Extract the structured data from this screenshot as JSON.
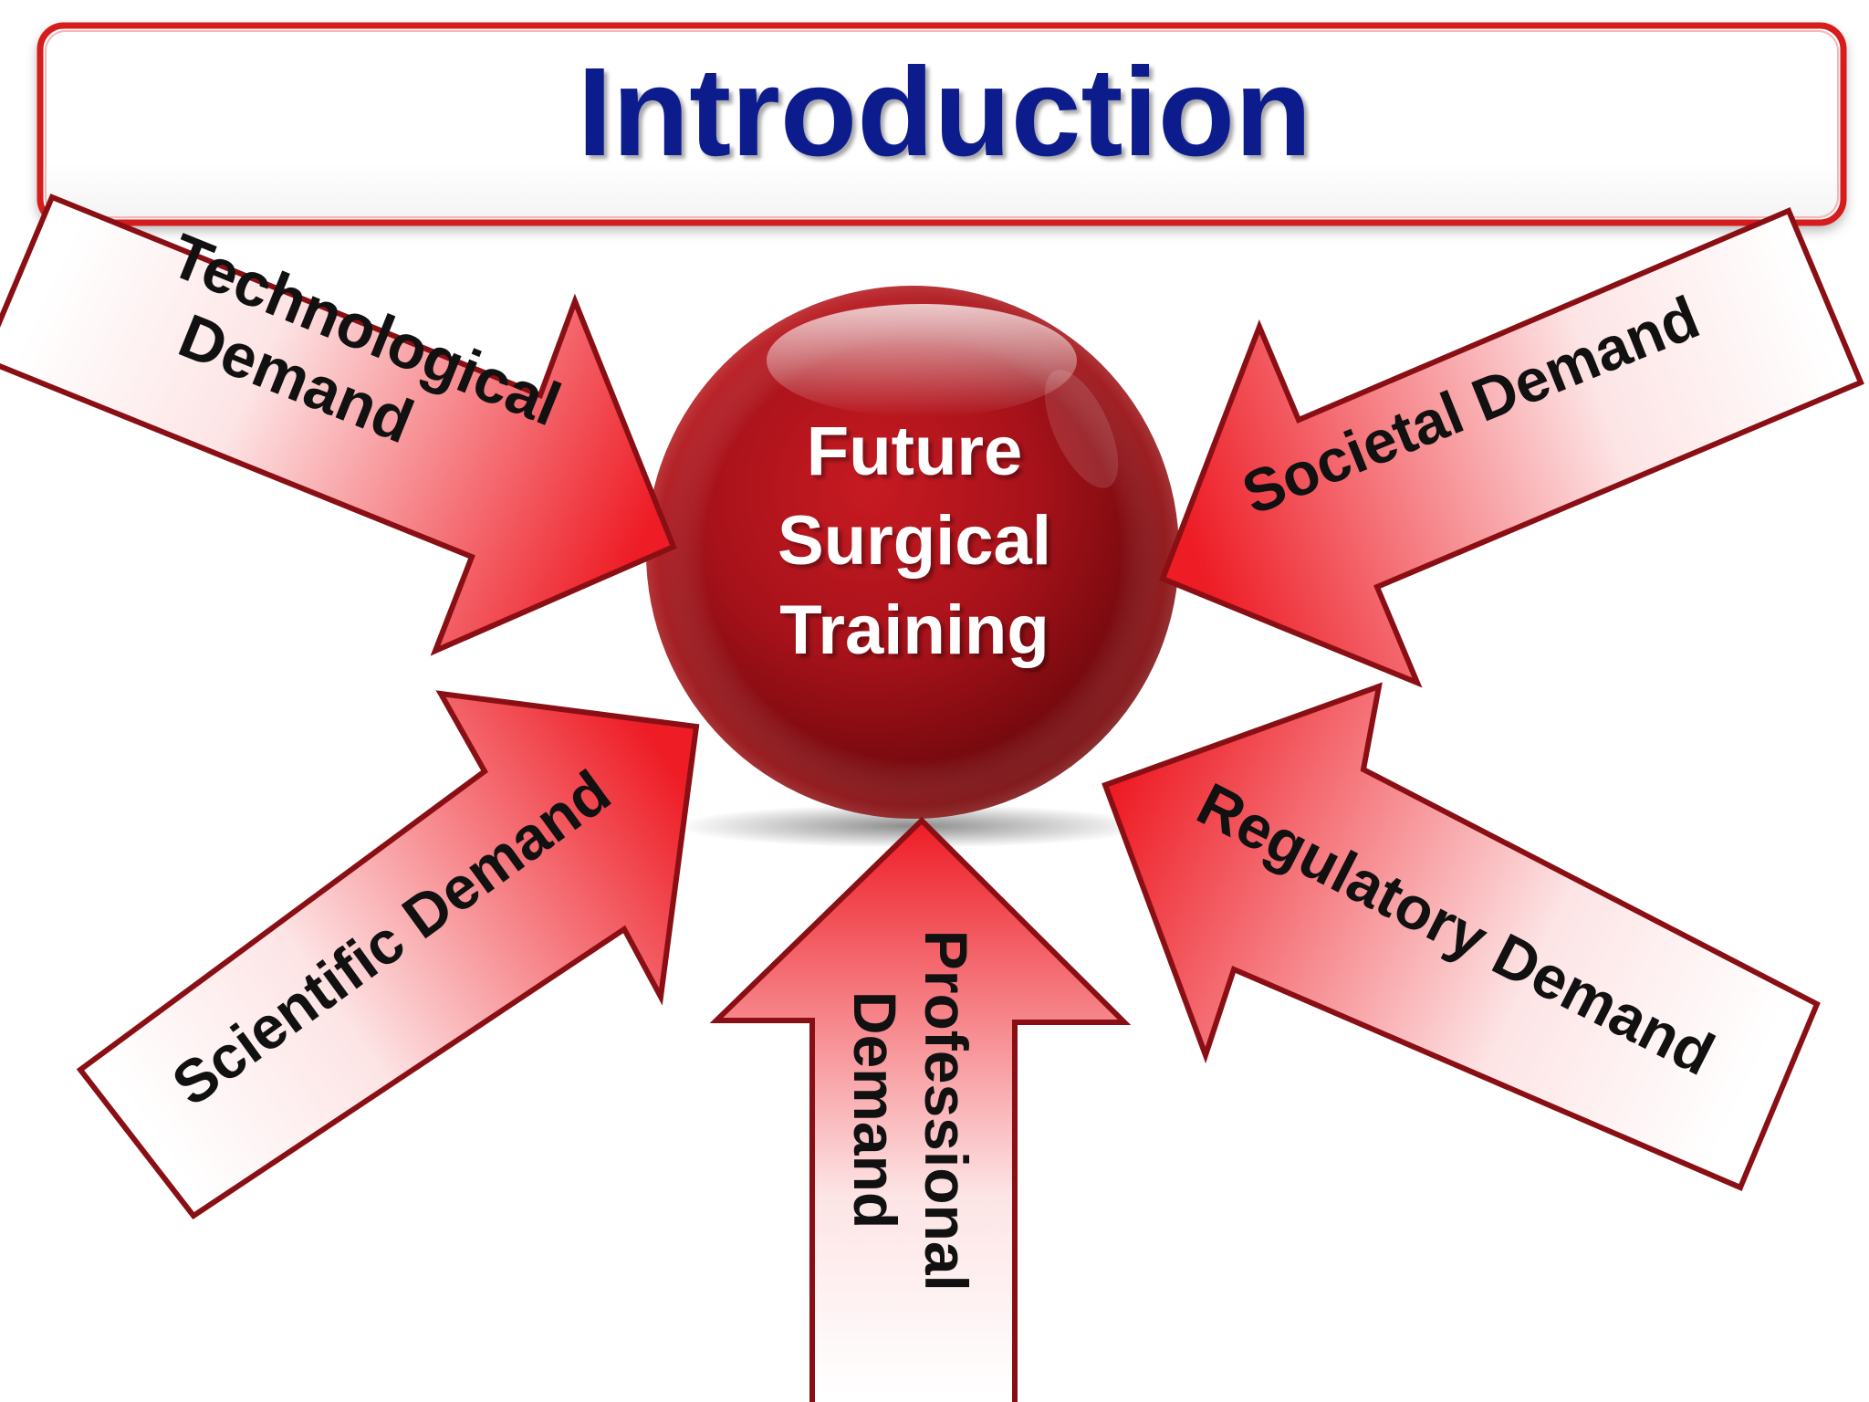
{
  "title": "Introduction",
  "center": {
    "lines": [
      "Future",
      "Surgical",
      "Training"
    ]
  },
  "demands": {
    "technological": [
      "Technological",
      "Demand"
    ],
    "societal": [
      "Societal Demand"
    ],
    "scientific": [
      "Scientific Demand"
    ],
    "regulatory": [
      "Regulatory Demand"
    ],
    "professional": [
      "Professional",
      "Demand"
    ]
  },
  "colors": {
    "title_text": "#0a1a8c",
    "title_border": "#d61a1a",
    "arrow_red": "#ee1c25",
    "arrow_outline": "#8a0f14",
    "sphere_dark": "#5a0608",
    "sphere_mid": "#b3131b"
  }
}
